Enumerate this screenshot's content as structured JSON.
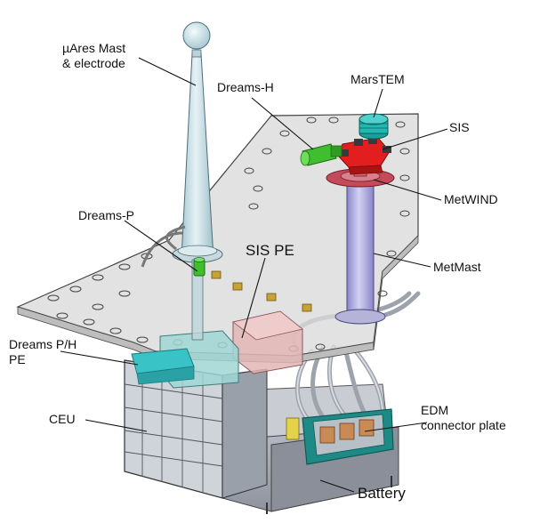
{
  "labels": {
    "uares_mast_line1": "µAres Mast",
    "uares_mast_line2": "& electrode",
    "dreams_h": "Dreams-H",
    "marstem": "MarsTEM",
    "sis": "SIS",
    "metwind": "MetWIND",
    "dreams_p": "Dreams-P",
    "sis_pe": "SIS PE",
    "metmast": "MetMast",
    "dreams_ph_pe_line1": "Dreams P/H",
    "dreams_ph_pe_line2": "PE",
    "ceu": "CEU",
    "edm_plate_line1": "EDM",
    "edm_plate_line2": "connector  plate",
    "battery": "Battery"
  },
  "colors": {
    "plate": "#d9d9d9",
    "mast": "#cfe4ea",
    "dreams_green": "#3fbf2f",
    "marstem_teal": "#1fb5b0",
    "sis_red": "#e21e1e",
    "metwind_red": "#c03a4a",
    "metmast_lavender": "#a9a6e0",
    "ceu_grey": "#bfc3cc",
    "battery_grey": "#9ea3ad",
    "pe_teal": "#3fc7c7"
  }
}
